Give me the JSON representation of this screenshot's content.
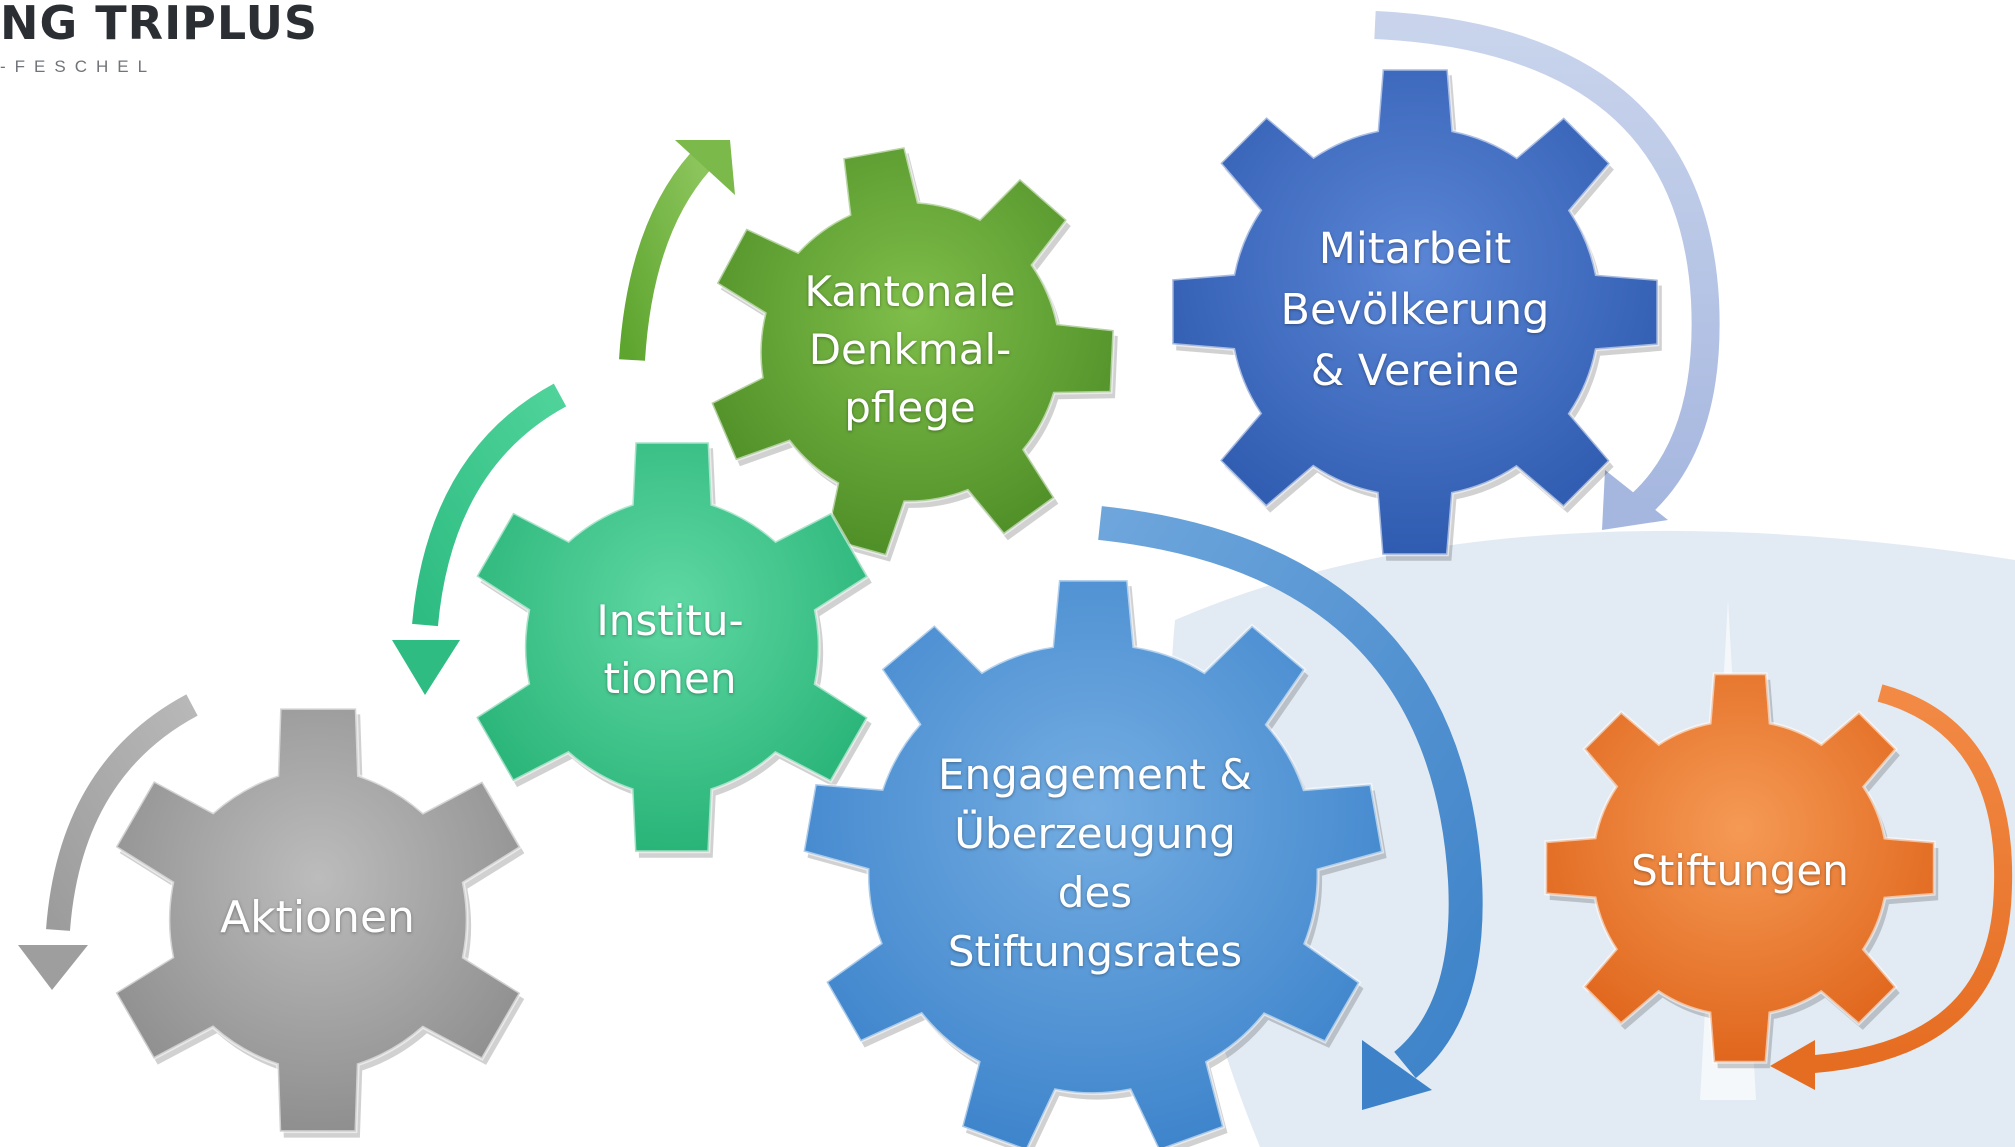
{
  "logo": {
    "title": "NG TRIPLUS",
    "subtitle": "-FESCHEL"
  },
  "gears": {
    "green": {
      "lines": [
        "Kantonale",
        "Denkmal-",
        "pflege"
      ],
      "color": "#6aaa3a"
    },
    "navy": {
      "lines": [
        "Mitarbeit",
        "Bevölkerung",
        "& Vereine"
      ],
      "color": "#3f6fc4"
    },
    "teal": {
      "lines": [
        "Institu-",
        "tionen"
      ],
      "color": "#3ec98a"
    },
    "gray": {
      "lines": [
        "Aktionen"
      ],
      "color": "#a3a3a3"
    },
    "blue": {
      "lines": [
        "Engagement &",
        "Überzeugung",
        "des",
        "Stiftungsrates"
      ],
      "color": "#5b9bd5"
    },
    "orange": {
      "lines": [
        "Stiftungen"
      ],
      "color": "#ed7d31"
    }
  },
  "colors": {
    "background_shape": "#dde7f1",
    "arrow_navy": "#b6c5e6"
  }
}
